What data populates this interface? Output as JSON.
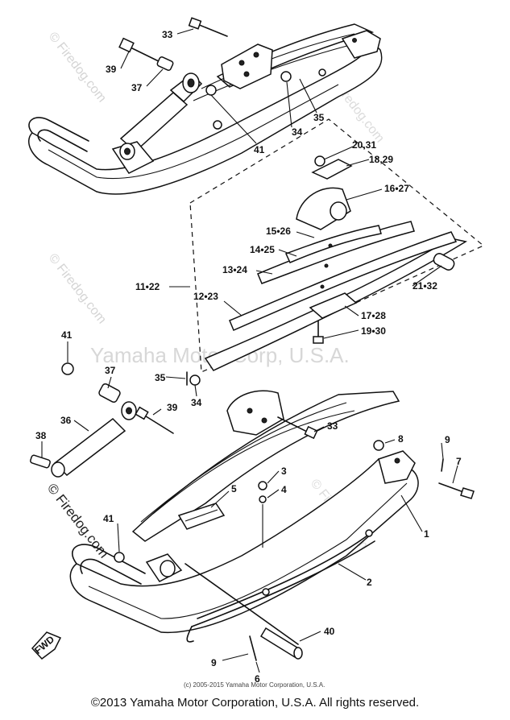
{
  "watermarks": {
    "center": "Yamaha Motor Corp, U.S.A.",
    "site": "© Firedog.com",
    "site_short": "Firedog.com",
    "site_cut": "© Firedog.com"
  },
  "direction_label": "FWD",
  "small_credit": "(c) 2005-2015 Yamaha Motor Corporation, U.S.A.",
  "copyright": "©2013 Yamaha Motor Corporation, U.S.A. All rights reserved.",
  "callouts": [
    {
      "id": "c33a",
      "text": "33"
    },
    {
      "id": "c39a",
      "text": "39"
    },
    {
      "id": "c37a",
      "text": "37"
    },
    {
      "id": "c35a",
      "text": "35"
    },
    {
      "id": "c34a",
      "text": "34"
    },
    {
      "id": "c41a",
      "text": "41"
    },
    {
      "id": "c2031",
      "text": "20,31"
    },
    {
      "id": "c1829",
      "text": "18,29"
    },
    {
      "id": "c1627",
      "text": "16•27"
    },
    {
      "id": "c1526",
      "text": "15•26"
    },
    {
      "id": "c1425",
      "text": "14•25"
    },
    {
      "id": "c1324",
      "text": "13•24"
    },
    {
      "id": "c1122",
      "text": "11•22"
    },
    {
      "id": "c1223",
      "text": "12•23"
    },
    {
      "id": "c2132",
      "text": "21•32"
    },
    {
      "id": "c1728",
      "text": "17•28"
    },
    {
      "id": "c1930",
      "text": "19•30"
    },
    {
      "id": "c41b",
      "text": "41"
    },
    {
      "id": "c37b",
      "text": "37"
    },
    {
      "id": "c35b",
      "text": "35"
    },
    {
      "id": "c34b",
      "text": "34"
    },
    {
      "id": "c39b",
      "text": "39"
    },
    {
      "id": "c36",
      "text": "36"
    },
    {
      "id": "c33b",
      "text": "33"
    },
    {
      "id": "c38",
      "text": "38"
    },
    {
      "id": "c8",
      "text": "8"
    },
    {
      "id": "c9a",
      "text": "9"
    },
    {
      "id": "c7",
      "text": "7"
    },
    {
      "id": "c3",
      "text": "3"
    },
    {
      "id": "c4",
      "text": "4"
    },
    {
      "id": "c5",
      "text": "5"
    },
    {
      "id": "c1",
      "text": "1"
    },
    {
      "id": "c41c",
      "text": "41"
    },
    {
      "id": "c2",
      "text": "2"
    },
    {
      "id": "c40",
      "text": "40"
    },
    {
      "id": "c9b",
      "text": "9"
    },
    {
      "id": "c6",
      "text": "6"
    }
  ]
}
